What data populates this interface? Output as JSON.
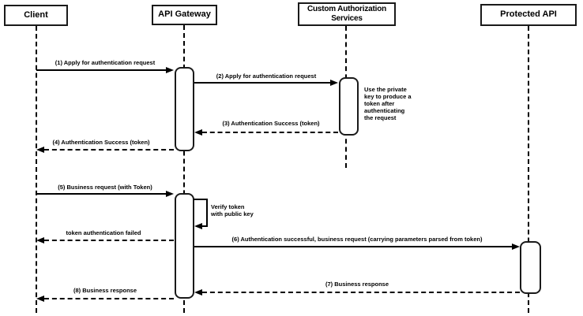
{
  "diagram": {
    "type": "sequence-diagram",
    "participants": [
      {
        "label": "Client"
      },
      {
        "label": "API Gateway"
      },
      {
        "label": "Custom Authorization\nServices"
      },
      {
        "label": "Protected API"
      }
    ],
    "messages": [
      {
        "label": "(1) Apply for authentication request",
        "from": "Client",
        "to": "API Gateway",
        "style": "solid"
      },
      {
        "label": "(2) Apply for authentication request",
        "from": "API Gateway",
        "to": "Custom Authorization Services",
        "style": "solid"
      },
      {
        "label": "(3) Authentication Success (token)",
        "from": "Custom Authorization Services",
        "to": "API Gateway",
        "style": "dashed"
      },
      {
        "label": "(4) Authentication Success (token)",
        "from": "API Gateway",
        "to": "Client",
        "style": "dashed"
      },
      {
        "label": "(5) Business request (with Token)",
        "from": "Client",
        "to": "API Gateway",
        "style": "solid"
      },
      {
        "label": "Verify token\nwith public key",
        "from": "API Gateway",
        "to": "API Gateway",
        "style": "self"
      },
      {
        "label": "token authentication failed",
        "from": "API Gateway",
        "to": "Client",
        "style": "dashed"
      },
      {
        "label": "(6) Authentication successful, business request (carrying parameters parsed from token)",
        "from": "API Gateway",
        "to": "Protected API",
        "style": "solid"
      },
      {
        "label": "(7) Business response",
        "from": "Protected API",
        "to": "API Gateway",
        "style": "dashed"
      },
      {
        "label": "(8) Business response",
        "from": "API Gateway",
        "to": "Client",
        "style": "dashed"
      }
    ],
    "note": {
      "text": "Use the private\nkey to produce a\ntoken after\nauthenticating\nthe request"
    },
    "colors": {
      "line": "#000000",
      "border": "#1a1a1a",
      "background": "#ffffff",
      "text": "#000000"
    }
  }
}
